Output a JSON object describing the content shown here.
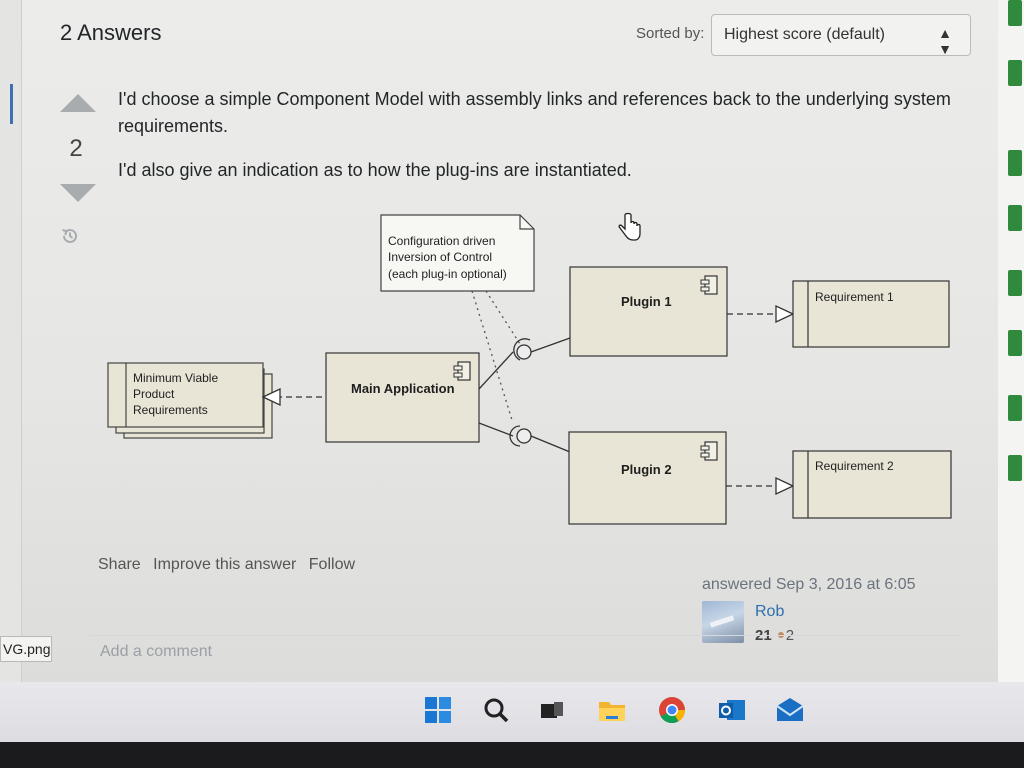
{
  "header": {
    "answers_title": "2 Answers",
    "sorted_label": "Sorted by:",
    "sort_value": "Highest score (default)"
  },
  "answer": {
    "vote_count": "2",
    "paragraph_1": "I'd choose a simple Component Model with assembly links and references back to the underlying system requirements.",
    "paragraph_2": "I'd also give an indication as to how the plug-ins are instantiated."
  },
  "diagram": {
    "note_lines": [
      "Configuration driven",
      "Inversion of Control",
      "(each plug-in optional)"
    ],
    "mvp_lines": [
      "Minimum Viable",
      "Product",
      "Requirements"
    ],
    "main_app": "Main Application",
    "plugin_1": "Plugin 1",
    "plugin_2": "Plugin 2",
    "requirement_1": "Requirement 1",
    "requirement_2": "Requirement 2"
  },
  "post_menu": {
    "share": "Share",
    "improve": "Improve this answer",
    "follow": "Follow"
  },
  "signature": {
    "answered": "answered Sep 3, 2016 at 6:05",
    "user_name": "Rob",
    "reputation": "21",
    "bronze_badges": "2"
  },
  "comments": {
    "add_comment": "Add a comment"
  },
  "file_label": "VG.png",
  "colors": {
    "diagram_fill": "#e8e5d6",
    "link": "#2f6fb0",
    "taskbar": "#e4e4e8"
  },
  "taskbar_icons": [
    "windows-start-icon",
    "search-icon",
    "task-view-icon",
    "file-explorer-icon",
    "chrome-icon",
    "outlook-icon",
    "mail-icon"
  ]
}
